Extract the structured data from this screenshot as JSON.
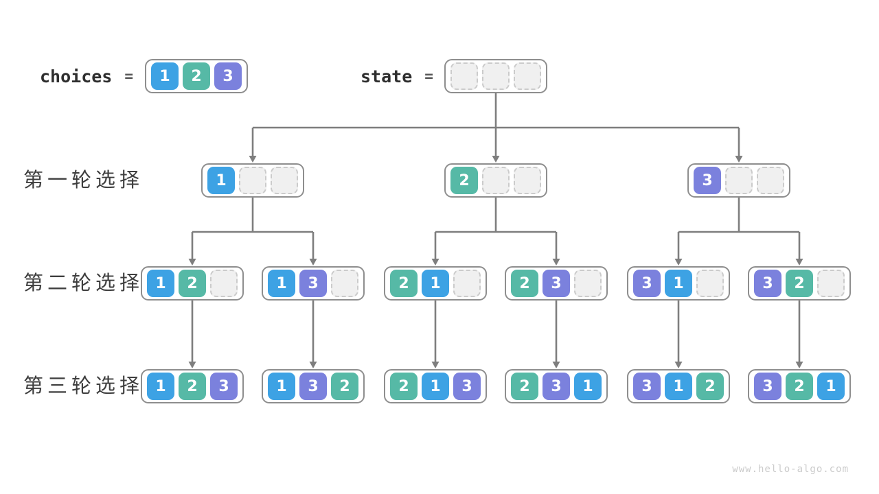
{
  "palette": {
    "1": "#3DA2E4",
    "2": "#56B9A6",
    "3": "#7B81DD",
    "empty_fill": "#F0F0F0",
    "node_border": "#8E8E8E",
    "arrow": "#7E7E7E"
  },
  "header": {
    "choices_label": "choices",
    "state_label": "state",
    "equals": "=",
    "choices_values": [
      1,
      2,
      3
    ],
    "state_values": []
  },
  "slots_per_state": 3,
  "row_labels": [
    "第一轮选择",
    "第二轮选择",
    "第三轮选择"
  ],
  "tree": {
    "level1": [
      {
        "values": [
          1
        ]
      },
      {
        "values": [
          2
        ]
      },
      {
        "values": [
          3
        ]
      }
    ],
    "level2": [
      {
        "values": [
          1,
          2
        ]
      },
      {
        "values": [
          1,
          3
        ]
      },
      {
        "values": [
          2,
          1
        ]
      },
      {
        "values": [
          2,
          3
        ]
      },
      {
        "values": [
          3,
          1
        ]
      },
      {
        "values": [
          3,
          2
        ]
      }
    ],
    "level3": [
      {
        "values": [
          1,
          2,
          3
        ]
      },
      {
        "values": [
          1,
          3,
          2
        ]
      },
      {
        "values": [
          2,
          1,
          3
        ]
      },
      {
        "values": [
          2,
          3,
          1
        ]
      },
      {
        "values": [
          3,
          1,
          2
        ]
      },
      {
        "values": [
          3,
          2,
          1
        ]
      }
    ]
  },
  "watermark": "www.hello-algo.com"
}
